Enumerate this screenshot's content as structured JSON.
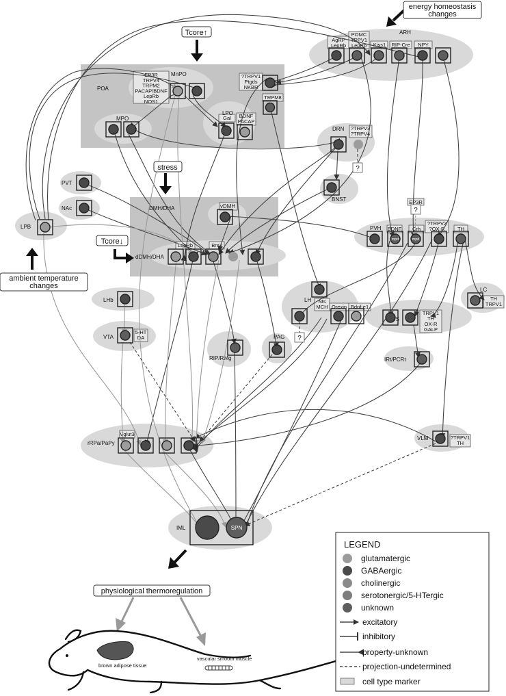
{
  "inputs": {
    "tcore_up": "Tcore↑",
    "energy": [
      "energy homeostasis",
      "changes"
    ],
    "stress": "stress",
    "tcore_down": "Tcore↓",
    "ambient": [
      "ambient temperature",
      "changes"
    ],
    "physio": "physiological thermoregulation"
  },
  "regions": {
    "arh": "ARH",
    "poa": "POA",
    "mnpo": "MnPO",
    "mpo": "MPO",
    "lpo": "LPO",
    "drn": "DRN",
    "pvt": "PVT",
    "nac": "NAc",
    "lpb": "LPB",
    "bnst": "BNST",
    "dmh": "DMH/DHA",
    "vdmh": "vDMH",
    "ddmh": "dDMH/DHA",
    "pvh": "PVH",
    "lh": "LH",
    "lhb": "LHb",
    "vta": "VTA",
    "lc": "LC",
    "nts": "NTS",
    "irt": "IRt/PCRt",
    "rip": "RIP/RMg",
    "pag": "PAG",
    "rrpa": "rRPa/PaPy",
    "vlm": "VLM",
    "iml": "IML"
  },
  "markers": {
    "agrp": [
      "AgRP",
      "LepRb"
    ],
    "pomc": [
      "POMC",
      "TRPV1",
      "LepRb"
    ],
    "kiss1": [
      "Kiss1"
    ],
    "ripcre": [
      "RIP-Cre"
    ],
    "npy": [
      "NPY"
    ],
    "mnpo": [
      "EP3R",
      "TRPV4",
      "TRPM2",
      "PACAP/BDNF",
      "LepRb",
      "NOS1"
    ],
    "trpv1ptgds": [
      "?TRPV1",
      "Ptgds",
      "NKBR"
    ],
    "trpm8": [
      "TRPM8"
    ],
    "gal": [
      "Gal"
    ],
    "bdnfpacap": [
      "BDNF",
      "PACAP"
    ],
    "drn": [
      "?TRPV3",
      "?TRPV4"
    ],
    "q": "?",
    "leprb": [
      "LepRb"
    ],
    "brs3": [
      "Brs3"
    ],
    "ep3r": [
      "EP3R"
    ],
    "pvh_bdnf": [
      "BDNF"
    ],
    "pvh_crh": [
      "Crh"
    ],
    "pvh_trpv2": [
      "?TRPV2",
      "?OX-R"
    ],
    "pvh_th": [
      "TH"
    ],
    "lc": [
      "TH",
      "TRPV1"
    ],
    "lh_nts": [
      "Nts",
      "MCH"
    ],
    "lh_orexin": [
      "Orexin"
    ],
    "lh_bdnf": [
      "Bdnf-e1"
    ],
    "vta": [
      "5-HT",
      "DA"
    ],
    "nts": [
      "TRPV1",
      "TH",
      "OX-R",
      "GALP"
    ],
    "vglut3": [
      "Vglut3"
    ],
    "vlm": [
      "?TRPV1",
      "TH"
    ],
    "mpd": "mpd",
    "spn": "SPN"
  },
  "legend": {
    "title": "LEGEND",
    "neurons": [
      "glutamatergic",
      "GABAergic",
      "cholinergic",
      "serotonergic/5-HTergic",
      "unknown"
    ],
    "edges": [
      "excitatory",
      "inhibitory",
      "property-unknown",
      "projection-undetermined"
    ],
    "marker": "cell type marker"
  },
  "targets": {
    "bat": "brown adipose tissue",
    "vsm": "vascular smooth muscle"
  },
  "colors": {
    "glutamatergic": "#9c9c9c",
    "gabaergic": "#4a4a4a",
    "cholinergic": "#8a8a8a",
    "serotonergic": "#7d7d7d",
    "unknown": "#5e5e5e",
    "region_fill": "#d9d9d9",
    "block_fill": "#c4c4c4"
  }
}
